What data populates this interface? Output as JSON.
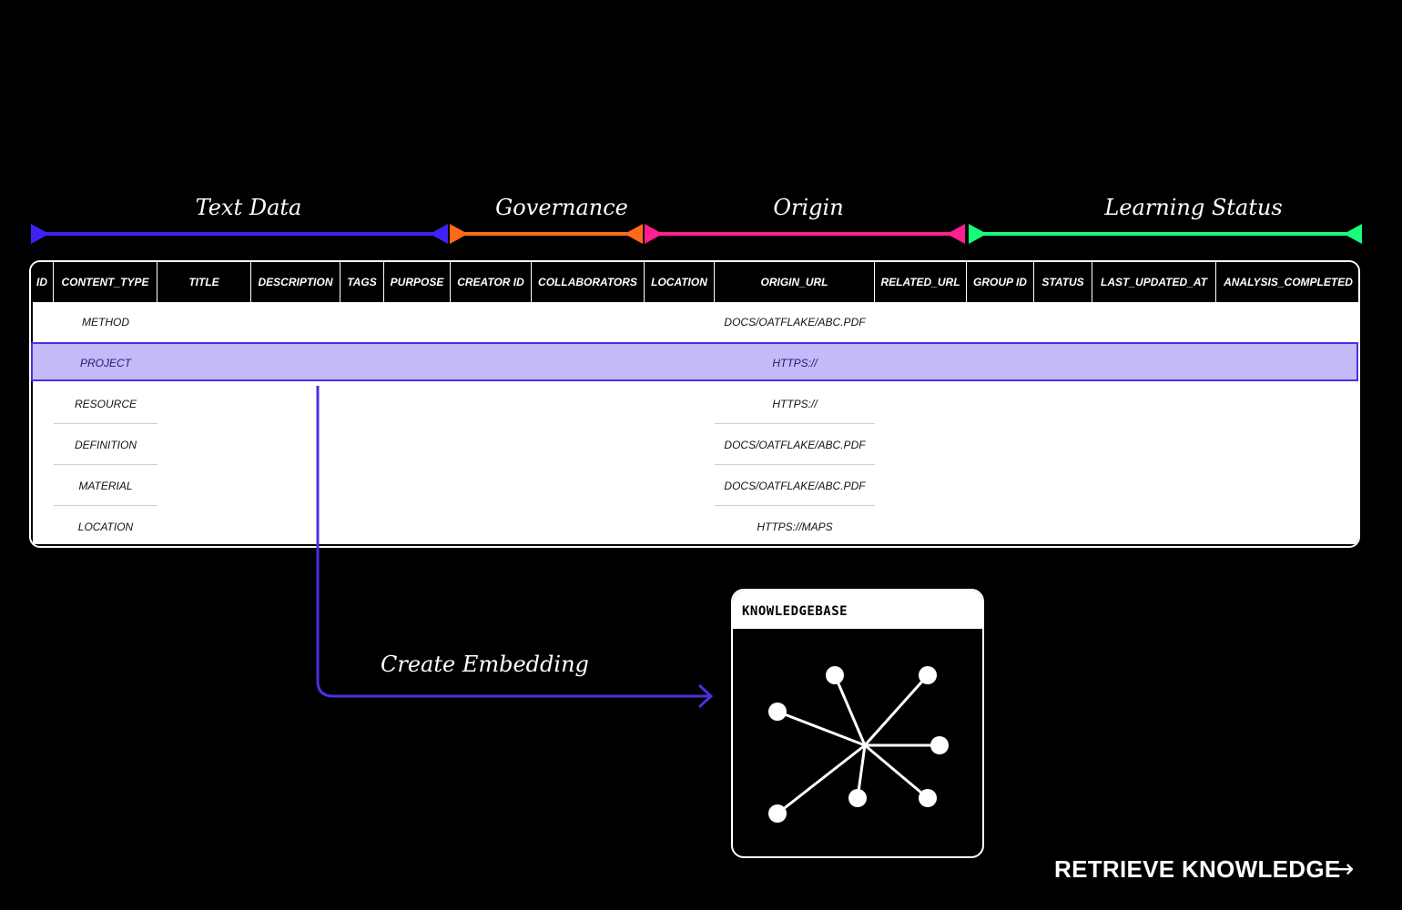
{
  "groups": {
    "text_data": {
      "label": "Text Data",
      "color": "#3d22f2"
    },
    "governance": {
      "label": "Governance",
      "color": "#ff6a1a"
    },
    "origin": {
      "label": "Origin",
      "color": "#ff1f8f"
    },
    "learning_status": {
      "label": "Learning Status",
      "color": "#17ff7a"
    }
  },
  "table": {
    "columns": [
      "ID",
      "CONTENT_TYPE",
      "TITLE",
      "DESCRIPTION",
      "TAGS",
      "PURPOSE",
      "CREATOR ID",
      "COLLABORATORS",
      "LOCATION",
      "ORIGIN_URL",
      "RELATED_URL",
      "GROUP ID",
      "STATUS",
      "LAST_UPDATED_AT",
      "ANALYSIS_COMPLETED"
    ],
    "rows": [
      {
        "content_type": "METHOD",
        "origin_url": "DOCS/OATFLAKE/ABC.PDF"
      },
      {
        "content_type": "PROJECT",
        "origin_url": "HTTPS://"
      },
      {
        "content_type": "RESOURCE",
        "origin_url": "HTTPS://"
      },
      {
        "content_type": "DEFINITION",
        "origin_url": "DOCS/OATFLAKE/ABC.PDF"
      },
      {
        "content_type": "MATERIAL",
        "origin_url": "DOCS/OATFLAKE/ABC.PDF"
      },
      {
        "content_type": "LOCATION",
        "origin_url": "HTTPS://MAPS"
      }
    ],
    "highlight_color": "#c4baf7"
  },
  "flow": {
    "label": "Create Embedding",
    "color": "#4b2fe0"
  },
  "knowledgebase": {
    "title": "KNOWLEDGEBASE"
  },
  "footer": {
    "retrieve_label": "RETRIEVE KNOWLEDGE",
    "arrow": "→"
  }
}
